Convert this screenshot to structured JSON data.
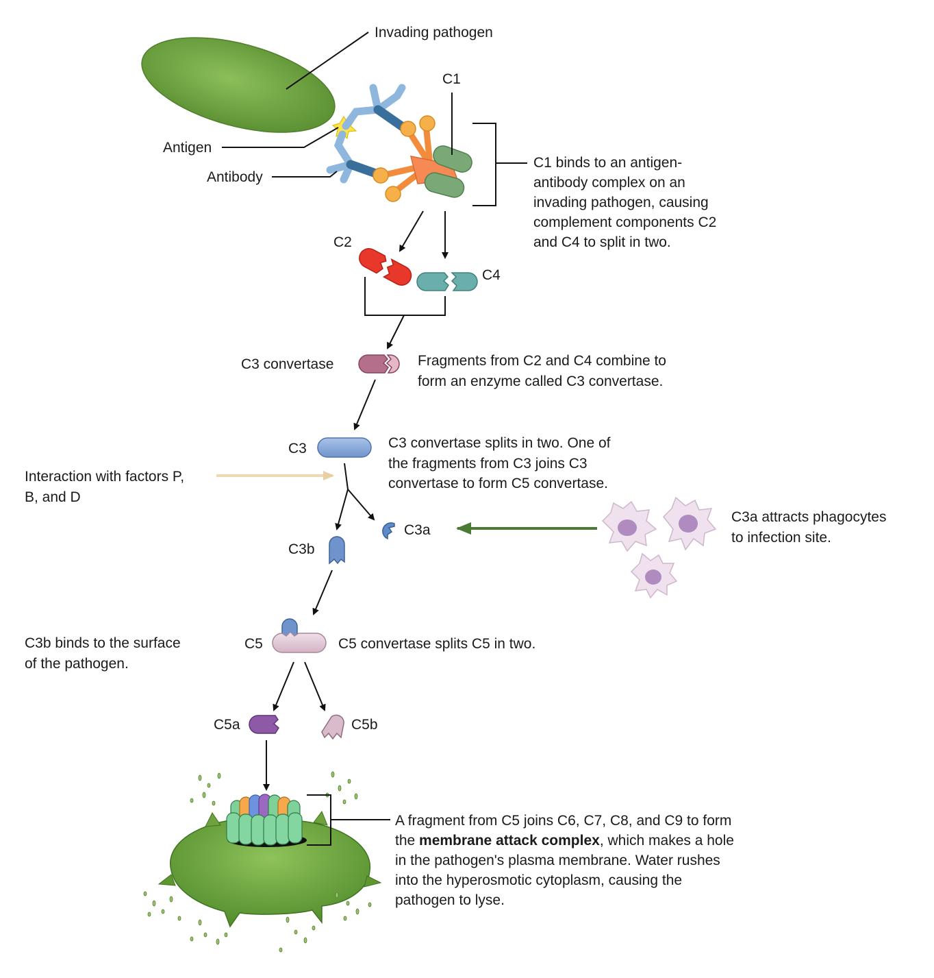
{
  "labels": {
    "invading_pathogen": "Invading pathogen",
    "c1": "C1",
    "antigen": "Antigen",
    "antibody": "Antibody",
    "c2": "C2",
    "c4": "C4",
    "c3_convertase": "C3 convertase",
    "c3": "C3",
    "c3a": "C3a",
    "c3b": "C3b",
    "c5": "C5",
    "c5a": "C5a",
    "c5b": "C5b"
  },
  "captions": {
    "c1_binds": [
      "C1 binds to an antigen-",
      "antibody complex on an",
      "invading pathogen, causing",
      "complement components C2",
      "and C4 to split in two."
    ],
    "fragments_combine": [
      "Fragments from C2 and C4 combine to",
      "form an enzyme called C3 convertase."
    ],
    "c3_splits": [
      "C3 convertase splits in two. One of",
      "the fragments from C3 joins C3",
      "convertase to form C5 convertase."
    ],
    "interaction": [
      "Interaction with factors P,",
      "B, and D"
    ],
    "c3a_attracts": [
      "C3a attracts phagocytes",
      "to infection site."
    ],
    "c3b_binds": [
      "C3b binds to the surface",
      "of the pathogen."
    ],
    "c5_splits": "C5 convertase splits C5 in two.",
    "mac": {
      "line1": "A fragment  from C5 joins C6, C7, C8, and C9 to form",
      "line2_pre": "the ",
      "line2_bold": "membrane attack complex",
      "line2_post": ", which makes a hole",
      "line3": "in the pathogen's plasma membrane. Water rushes",
      "line4": "into the hyperosmotic cytoplasm, causing the",
      "line5": "pathogen to lyse."
    }
  },
  "colors": {
    "pathogen_green": "#6fa23f",
    "antibody_blue": "#5b8fbf",
    "c1_orange": "#f08a3c",
    "c1_green": "#6f9f6a",
    "c2_red": "#e8382b",
    "c4_teal": "#5aa3a0",
    "convertase_mauve": "#b06f88",
    "c3_blue": "#7ba2d6",
    "c5_pink": "#e2c9d6",
    "c5a_purple": "#8e5aa8",
    "mac_green": "#7fd19a",
    "factors_arrow": "#f0d8b0",
    "phagocyte_arrow": "#4a7a36",
    "phagocyte": "#e8d6e6"
  }
}
